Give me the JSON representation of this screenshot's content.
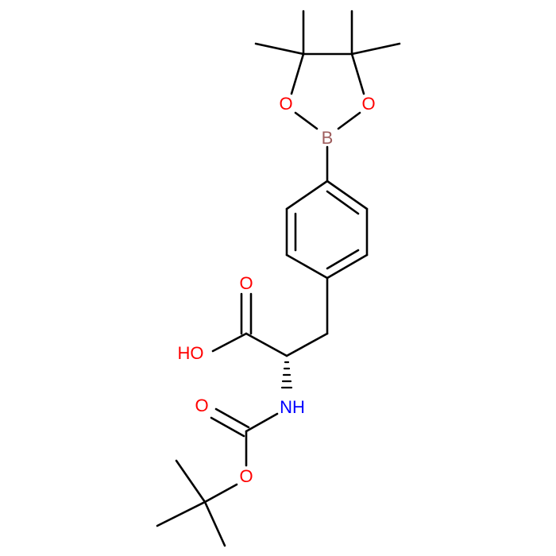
{
  "atoms": {
    "o_ring_left": "O",
    "o_ring_right": "O",
    "boron": "B",
    "o_acid_carbonyl": "O",
    "oh_acid": "HO",
    "o_boc_carbonyl": "O",
    "nh": "NH",
    "o_boc_ester": "O"
  },
  "colors": {
    "bond": "#000000",
    "oxygen": "#ff0000",
    "nitrogen": "#0000ff",
    "boron": "#9e5d5d",
    "background": "#ffffff"
  }
}
